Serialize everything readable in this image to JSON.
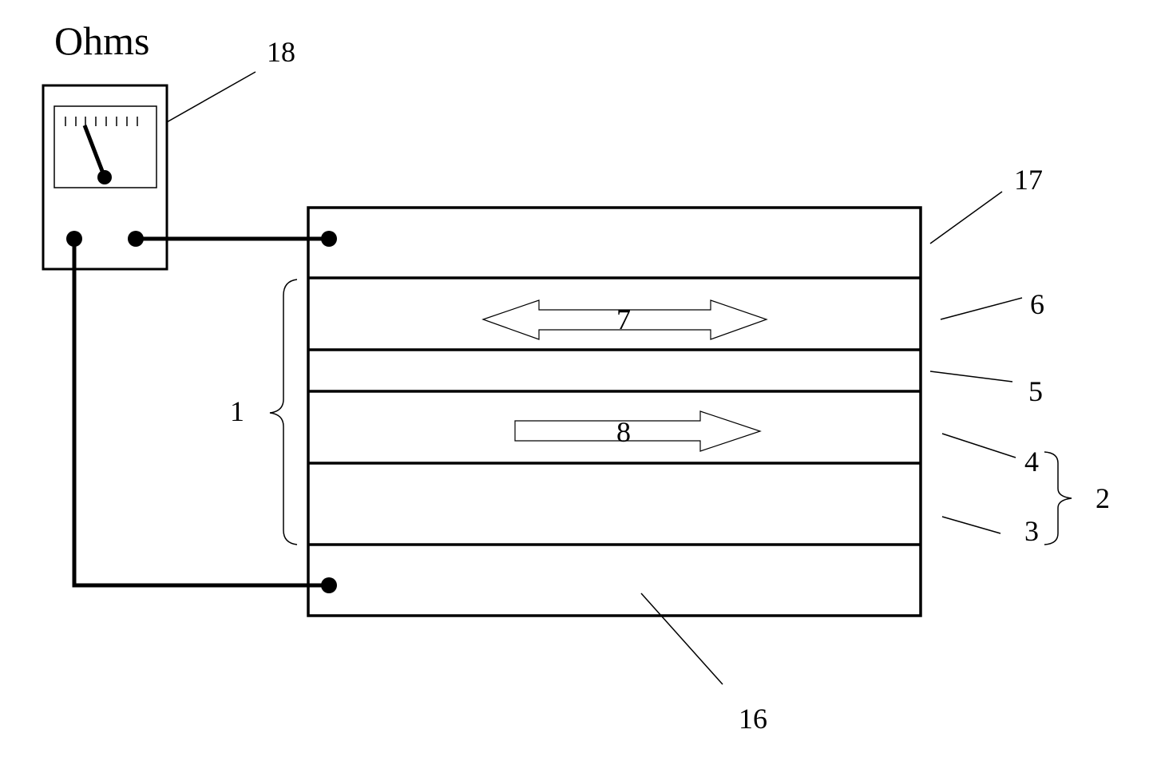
{
  "meter": {
    "title": "Ohms",
    "label": "18"
  },
  "layers": {
    "top_layer": "17",
    "layer_a": "6",
    "layer_b": "5",
    "layer_c": "4",
    "layer_d": "3",
    "bottom_layer": "16"
  },
  "arrows": {
    "double_arrow": "7",
    "single_arrow": "8"
  },
  "brackets": {
    "left_brace": "1",
    "right_brace": "2"
  }
}
